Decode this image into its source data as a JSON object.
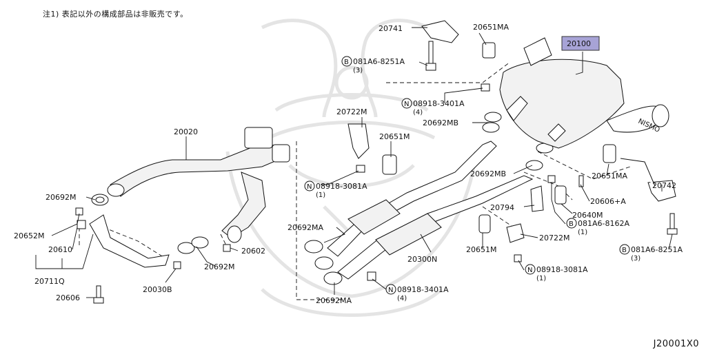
{
  "note": "注1) 表記以外の構成部品は非販売です。",
  "figure_id": "J20001X0",
  "labels": {
    "p20741": "20741",
    "p20651MA_top": "20651MA",
    "p20100": "20100",
    "bolt_081A6_8251A_top": "081A6-8251A",
    "bolt_081A6_8251A_top_qty": "(3)",
    "nut_08918_3401A_top": "08918-3401A",
    "nut_08918_3401A_top_qty": "(4)",
    "p20722M_top": "20722M",
    "p20651M_mid": "20651M",
    "p20692MB_a": "20692MB",
    "p20020": "20020",
    "p20692MB_b": "20692MB",
    "nut_08918_3081A_mid": "08918-3081A",
    "nut_08918_3081A_mid_qty": "(1)",
    "p20742": "20742",
    "p20651MA_right": "20651MA",
    "p20692M_left": "20692M",
    "p20606A": "20606+A",
    "p20794": "20794",
    "p20640M": "20640M",
    "bolt_081A6_8162A": "081A6-8162A",
    "bolt_081A6_8162A_qty": "(1)",
    "p20652M": "20652M",
    "p20692MA_left": "20692MA",
    "p20722M_low": "20722M",
    "p20610": "20610",
    "p20602": "20602",
    "bolt_081A6_8251A_right": "081A6-8251A",
    "bolt_081A6_8251A_right_qty": "(3)",
    "p20651M_low": "20651M",
    "p20300N": "20300N",
    "p20692M_mid": "20692M",
    "nut_08918_3081A_low": "08918-3081A",
    "nut_08918_3081A_low_qty": "(1)",
    "p20711Q": "20711Q",
    "p20030B": "20030B",
    "p20606": "20606",
    "nut_08918_3401A_low": "08918-3401A",
    "nut_08918_3401A_low_qty": "(4)",
    "p20692MA_bottom": "20692MA"
  },
  "markers": {
    "bolt": "B",
    "nut": "N"
  },
  "muffler_branding": "NISMO",
  "colors": {
    "highlight": "#a7a3d6",
    "ink": "#111111",
    "watermark": "#e6e6e6"
  }
}
